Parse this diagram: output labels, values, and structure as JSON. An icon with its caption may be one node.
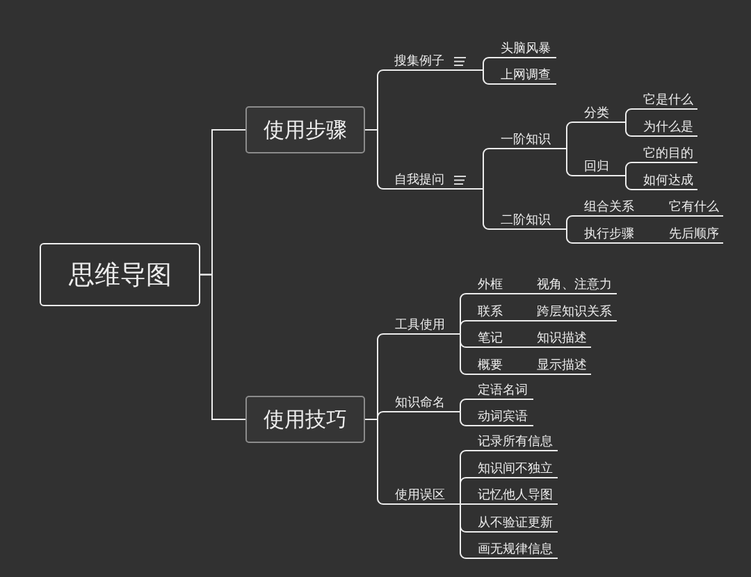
{
  "diagram": {
    "nodes": [
      {
        "text": [
          "思维导图"
        ]
      },
      {
        "text": [
          "使用步骤"
        ]
      },
      {
        "text": [
          "搜集例子"
        ]
      },
      {
        "text": [
          "头脑风暴"
        ]
      },
      {
        "text": [
          "上网调查"
        ]
      },
      {
        "text": [
          "自我提问"
        ]
      },
      {
        "text": [
          "一阶知识"
        ]
      },
      {
        "text": [
          "分类"
        ]
      },
      {
        "text": [
          "它是什么"
        ]
      },
      {
        "text": [
          "为什么是"
        ]
      },
      {
        "text": [
          "回归"
        ]
      },
      {
        "text": [
          "它的目的"
        ]
      },
      {
        "text": [
          "如何达成"
        ]
      },
      {
        "text": [
          "二阶知识"
        ]
      },
      {
        "text": [
          "组合关系"
        ]
      },
      {
        "text": [
          "它有什么"
        ]
      },
      {
        "text": [
          "执行步骤"
        ]
      },
      {
        "text": [
          "先后顺序"
        ]
      },
      {
        "text": [
          "使用技巧"
        ]
      },
      {
        "text": [
          "工具使用"
        ]
      },
      {
        "text": [
          "外框"
        ]
      },
      {
        "text": [
          "视角、注意力"
        ]
      },
      {
        "text": [
          "联系"
        ]
      },
      {
        "text": [
          "跨层知识关系"
        ]
      },
      {
        "text": [
          "笔记"
        ]
      },
      {
        "text": [
          "知识描述"
        ]
      },
      {
        "text": [
          "概要"
        ]
      },
      {
        "text": [
          "显示描述"
        ]
      },
      {
        "text": [
          "知识命名"
        ]
      },
      {
        "text": [
          "定语名词"
        ]
      },
      {
        "text": [
          "动词宾语"
        ]
      },
      {
        "text": [
          "使用误区"
        ]
      },
      {
        "text": [
          "记录所有信息"
        ]
      },
      {
        "text": [
          "知识间不独立"
        ]
      },
      {
        "text": [
          "记忆他人导图"
        ]
      },
      {
        "text": [
          "从不验证更新"
        ]
      },
      {
        "text": [
          "画无规律信息"
        ]
      }
    ],
    "edges": [
      {
        "from": 0,
        "to": 1,
        "arrow": "none"
      },
      {
        "from": 0,
        "to": 18,
        "arrow": "none"
      },
      {
        "from": 1,
        "to": 2,
        "arrow": "none"
      },
      {
        "from": 1,
        "to": 5,
        "arrow": "none"
      },
      {
        "from": 2,
        "to": 3,
        "arrow": "none"
      },
      {
        "from": 2,
        "to": 4,
        "arrow": "none"
      },
      {
        "from": 5,
        "to": 6,
        "arrow": "none"
      },
      {
        "from": 5,
        "to": 13,
        "arrow": "none"
      },
      {
        "from": 6,
        "to": 7,
        "arrow": "none"
      },
      {
        "from": 6,
        "to": 10,
        "arrow": "none"
      },
      {
        "from": 7,
        "to": 8,
        "arrow": "none"
      },
      {
        "from": 7,
        "to": 9,
        "arrow": "none"
      },
      {
        "from": 10,
        "to": 11,
        "arrow": "none"
      },
      {
        "from": 10,
        "to": 12,
        "arrow": "none"
      },
      {
        "from": 13,
        "to": 14,
        "arrow": "none"
      },
      {
        "from": 13,
        "to": 16,
        "arrow": "none"
      },
      {
        "from": 14,
        "to": 15,
        "arrow": "none"
      },
      {
        "from": 16,
        "to": 17,
        "arrow": "none"
      },
      {
        "from": 18,
        "to": 19,
        "arrow": "none"
      },
      {
        "from": 18,
        "to": 28,
        "arrow": "none"
      },
      {
        "from": 18,
        "to": 31,
        "arrow": "none"
      },
      {
        "from": 19,
        "to": 20,
        "arrow": "none"
      },
      {
        "from": 19,
        "to": 22,
        "arrow": "none"
      },
      {
        "from": 19,
        "to": 24,
        "arrow": "none"
      },
      {
        "from": 19,
        "to": 26,
        "arrow": "none"
      },
      {
        "from": 20,
        "to": 21,
        "arrow": "none"
      },
      {
        "from": 22,
        "to": 23,
        "arrow": "none"
      },
      {
        "from": 24,
        "to": 25,
        "arrow": "none"
      },
      {
        "from": 26,
        "to": 27,
        "arrow": "none"
      },
      {
        "from": 28,
        "to": 29,
        "arrow": "none"
      },
      {
        "from": 28,
        "to": 30,
        "arrow": "none"
      },
      {
        "from": 31,
        "to": 32,
        "arrow": "none"
      },
      {
        "from": 31,
        "to": 33,
        "arrow": "none"
      },
      {
        "from": 31,
        "to": 34,
        "arrow": "none"
      },
      {
        "from": 31,
        "to": 35,
        "arrow": "none"
      },
      {
        "from": 31,
        "to": 36,
        "arrow": "none"
      }
    ]
  }
}
